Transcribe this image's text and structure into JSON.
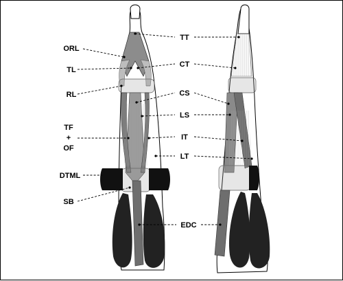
{
  "figure": {
    "labels": {
      "tt": "TT",
      "ct": "CT",
      "cs": "CS",
      "ls": "LS",
      "it": "IT",
      "lt": "LT",
      "edc": "EDC",
      "orl": "ORL",
      "tl": "TL",
      "rl": "RL",
      "tf": "TF",
      "plus": "+",
      "of": "OF",
      "dtml": "DTML",
      "sb": "SB"
    }
  }
}
